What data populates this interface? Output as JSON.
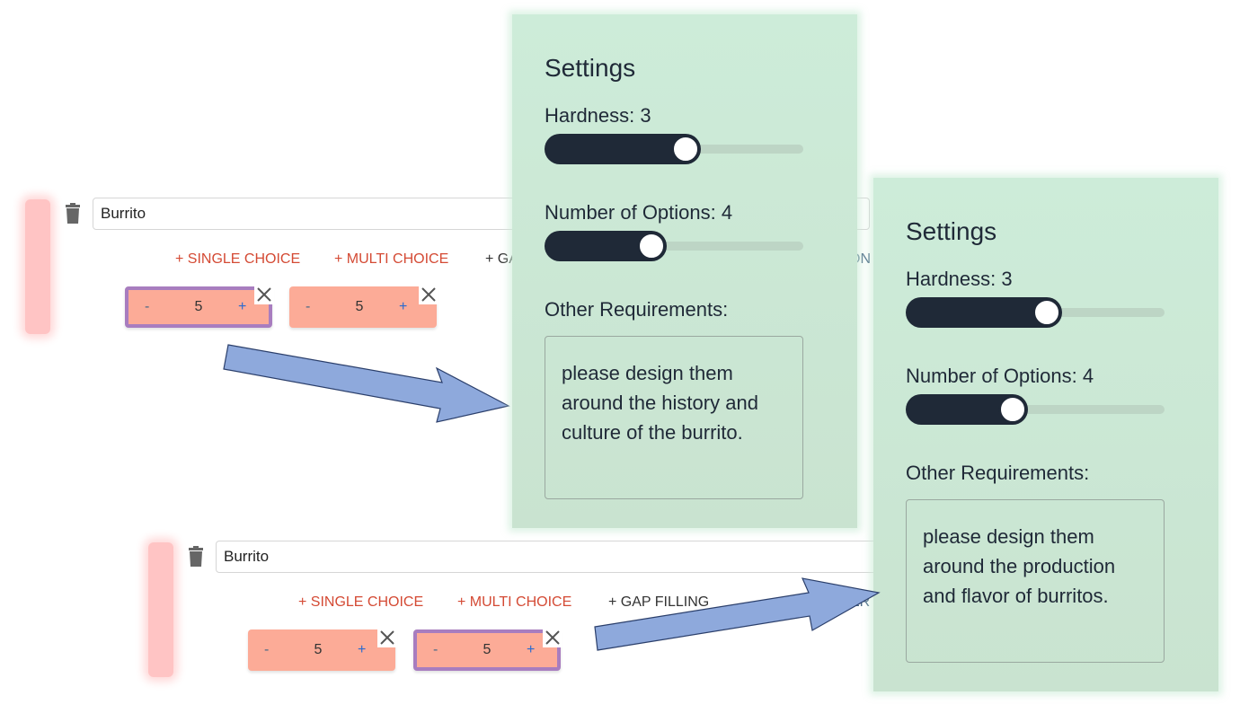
{
  "row1": {
    "name_value": "Burrito",
    "buttons": [
      "+ SINGLE CHOICE",
      "+ MULTI CHOICE",
      "+ GA",
      "ON T"
    ],
    "steppers": [
      {
        "minus": "-",
        "value": "5",
        "plus": "+"
      },
      {
        "minus": "-",
        "value": "5",
        "plus": "+"
      }
    ]
  },
  "row2": {
    "name_value": "Burrito",
    "buttons": [
      "+ SINGLE CHOICE",
      "+ MULTI CHOICE",
      "+ GAP FILLING",
      "ER"
    ],
    "steppers": [
      {
        "minus": "-",
        "value": "5",
        "plus": "+"
      },
      {
        "minus": "-",
        "value": "5",
        "plus": "+"
      }
    ]
  },
  "panel1": {
    "title": "Settings",
    "hardness_label": "Hardness: 3",
    "hardness_level": 0.55,
    "options_label": "Number of Options: 4",
    "options_level": 0.4,
    "other_label": "Other Requirements:",
    "requirements": "please design them around the history and culture of the burrito."
  },
  "panel2": {
    "title": "Settings",
    "hardness_label": "Hardness: 3",
    "hardness_level": 0.55,
    "options_label": "Number of Options: 4",
    "options_level": 0.4,
    "other_label": "Other Requirements:",
    "requirements": "please design them around the production and flavor of burritos."
  },
  "colors": {
    "panel_bg": "#cdecd9",
    "slider_fill": "#1f2937",
    "stepper_bg": "#fcab97",
    "selected_border": "#a87dbf",
    "arrow_fill": "#8ea9dc",
    "accent_red": "#d44a34"
  }
}
